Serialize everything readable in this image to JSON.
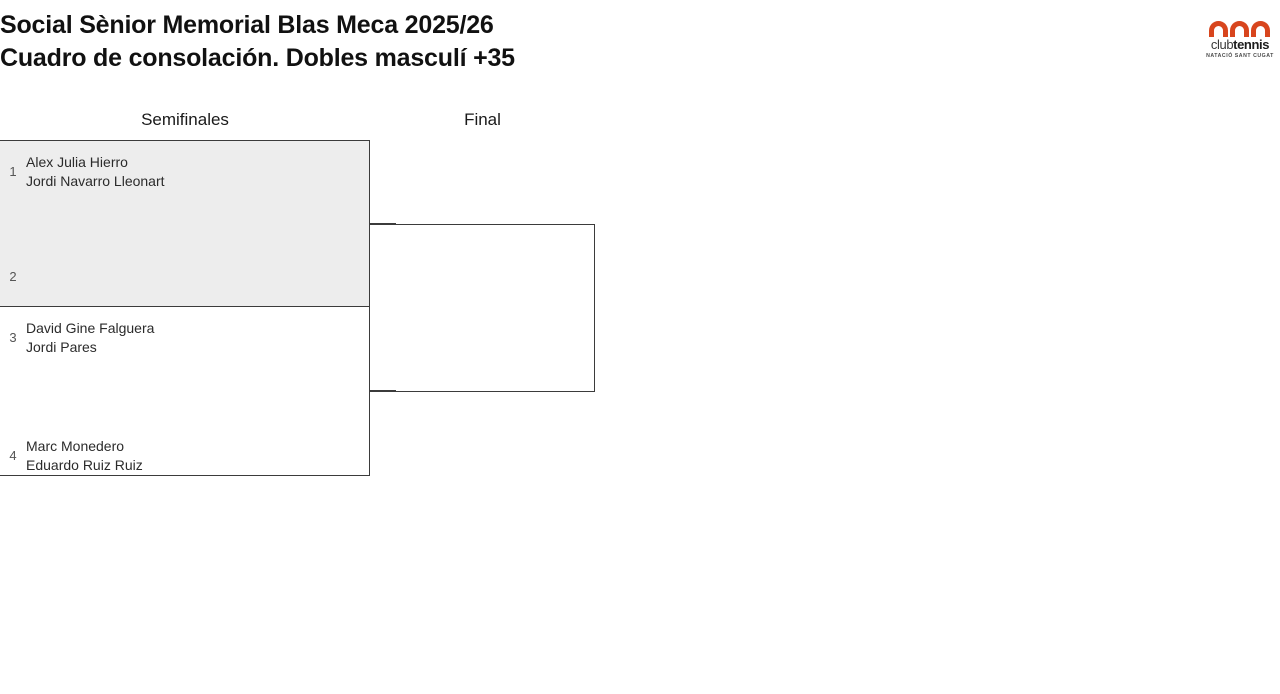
{
  "header": {
    "title_line1": "Social Sènior Memorial Blas Meca 2025/26",
    "title_line2": "Cuadro de consolación. Dobles masculí +35"
  },
  "logo": {
    "word_light": "club",
    "word_bold": "tennis",
    "subtitle": "NATACIÓ SANT CUGAT",
    "accent_color": "#d8451d"
  },
  "bracket": {
    "rounds": [
      {
        "name": "semifinals",
        "label": "Semifinales"
      },
      {
        "name": "final",
        "label": "Final"
      }
    ],
    "matches": [
      {
        "id": "sf1",
        "highlighted": true,
        "slots": [
          {
            "seed": "1",
            "player1": "Alex Julia Hierro",
            "player2": "Jordi Navarro Lleonart"
          },
          {
            "seed": "2",
            "player1": "",
            "player2": ""
          }
        ]
      },
      {
        "id": "sf2",
        "highlighted": false,
        "slots": [
          {
            "seed": "3",
            "player1": "David Gine Falguera",
            "player2": "Jordi Pares"
          },
          {
            "seed": "4",
            "player1": "Marc Monedero",
            "player2": "Eduardo Ruiz Ruiz"
          }
        ]
      },
      {
        "id": "final",
        "highlighted": false,
        "slots": [
          {
            "seed": "",
            "player1": "",
            "player2": ""
          },
          {
            "seed": "",
            "player1": "",
            "player2": ""
          }
        ]
      }
    ]
  },
  "colors": {
    "highlight_bg": "#ededed",
    "border": "#3b3b3b",
    "text": "#2b2b2b",
    "seed_text": "#555555"
  }
}
